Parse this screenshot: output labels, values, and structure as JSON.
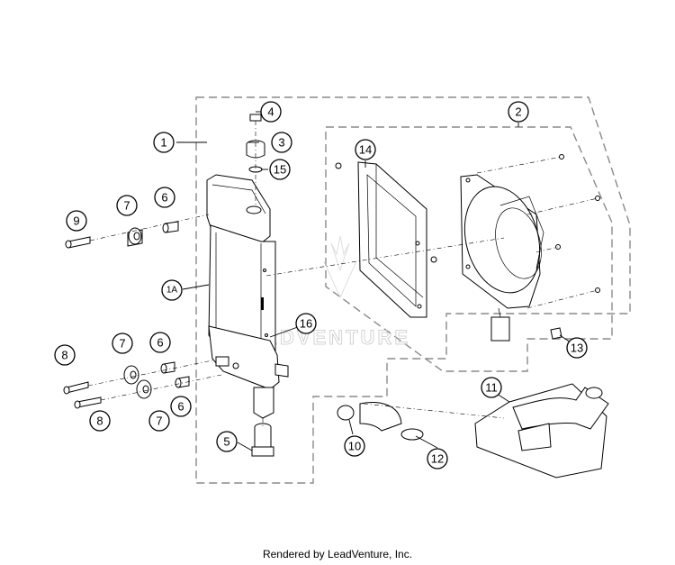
{
  "callouts": {
    "c1": "1",
    "c1a": "1A",
    "c2": "2",
    "c3": "3",
    "c4": "4",
    "c5": "5",
    "c6a": "6",
    "c6b": "6",
    "c6c": "6",
    "c7a": "7",
    "c7b": "7",
    "c7c": "7",
    "c8a": "8",
    "c8b": "8",
    "c9": "9",
    "c10": "10",
    "c11": "11",
    "c12": "12",
    "c13": "13",
    "c14": "14",
    "c15": "15",
    "c16": "16"
  },
  "watermark": "LEADVENTURE",
  "footer": "Rendered by LeadVenture, Inc."
}
